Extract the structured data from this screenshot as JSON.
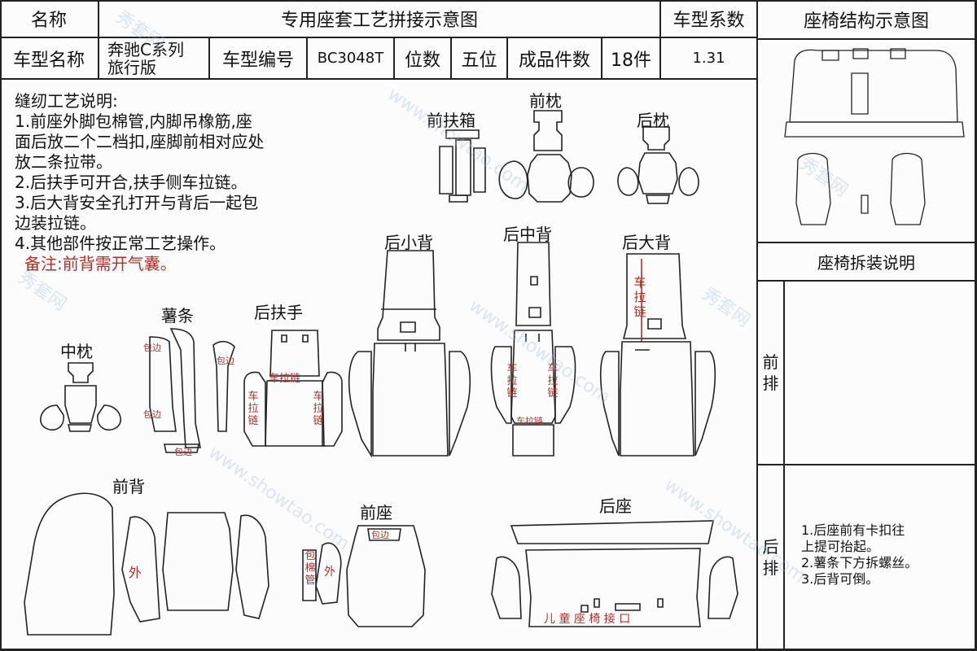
{
  "header": {
    "name_label": "名称",
    "title": "专用座套工艺拼接示意图",
    "coef_label": "车型系数",
    "struct_label": "座椅结构示意图"
  },
  "info": {
    "model_name_label": "车型名称",
    "model_name_line1": "奔驰C系列",
    "model_name_line2": "旅行版",
    "model_code_label": "车型编号",
    "model_code": "BC3048T",
    "seats_label": "位数",
    "seats": "五位",
    "pieces_label": "成品件数",
    "pieces": "18件",
    "coef": "1.31"
  },
  "notes": {
    "title": "缝纫工艺说明:",
    "lines": [
      "1.前座外脚包棉管,内脚吊橡筋,座",
      "面后放二个二档扣,座脚前相对应处",
      "放二条拉带。",
      "2.后扶手可开合,扶手侧车拉链。",
      "3.后大背安全孔打开与背后一起包",
      "边装拉链。",
      "4.其他部件按正常工艺操作。"
    ],
    "remark": "备注:前背需开气囊。"
  },
  "parts": {
    "front_armrest_box": "前扶箱",
    "front_pillow": "前枕",
    "rear_pillow": "后枕",
    "rear_small_back": "后小背",
    "rear_middle_back": "后中背",
    "rear_big_back": "后大背",
    "strip": "薯条",
    "rear_armrest": "后扶手",
    "middle_pillow": "中枕",
    "front_back": "前背",
    "front_seat": "前座",
    "rear_seat": "后座"
  },
  "marks": {
    "edge1": "包边",
    "edge2": "包边",
    "edge3": "包边",
    "edge4": "包边",
    "zip_armrest_top": "车拉链",
    "zip_armrest_left": "车拉链",
    "zip_armrest_right": "车拉链",
    "zip_mid_left": "车拉链",
    "zip_mid_right": "车拉链",
    "mid_bottom": "车拉链",
    "zip_big": "车拉链",
    "outer_back": "外",
    "cotton_tube": "包棉管",
    "outer_seat": "外",
    "seat_edge": "包边",
    "child_port": "儿 童 座 椅 接 口"
  },
  "right_panel": {
    "dismantle_title": "座椅拆装说明",
    "front_row": "前排",
    "rear_row": "后排",
    "rear_notes": [
      "1.后座前有卡扣往",
      "上提可抬起。",
      "2.薯条下方拆螺丝。",
      "3.后背可倒。"
    ]
  },
  "watermark": {
    "text1": "秀套网",
    "text2": "www.showtao.com"
  }
}
